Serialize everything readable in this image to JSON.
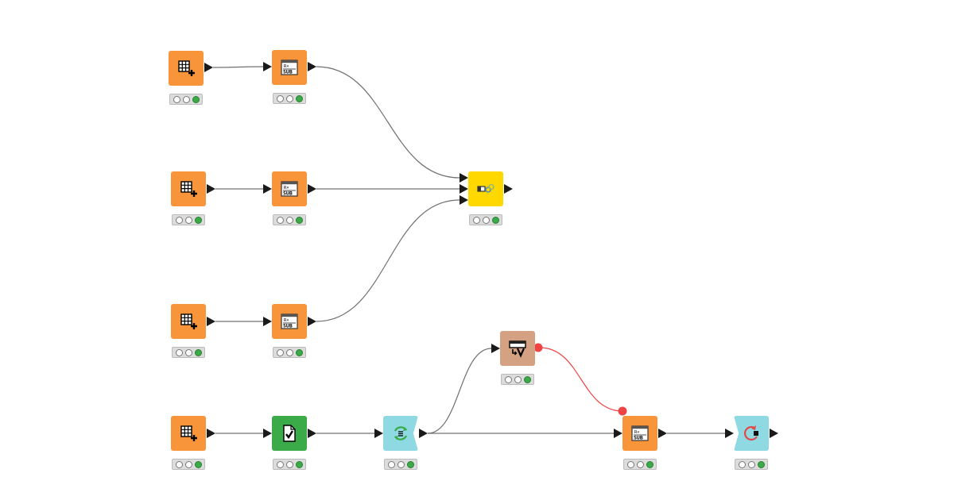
{
  "colors": {
    "source": "#f8943a",
    "joiner": "#ffd800",
    "checker": "#3aab48",
    "loop": "#8fd9e3",
    "variable": "#d4a183",
    "edge": "#707070",
    "flow_variable_edge": "#ee4444"
  },
  "nodes": [
    {
      "id": "n1",
      "kind": "table-creator",
      "icon": "table-plus-icon",
      "status": [
        "idle",
        "idle",
        "executed"
      ]
    },
    {
      "id": "n2",
      "kind": "row-filter",
      "icon": "table-sub-icon",
      "status": [
        "idle",
        "idle",
        "executed"
      ]
    },
    {
      "id": "n3",
      "kind": "table-creator",
      "icon": "table-plus-icon",
      "status": [
        "idle",
        "idle",
        "executed"
      ]
    },
    {
      "id": "n4",
      "kind": "row-filter",
      "icon": "table-sub-icon",
      "status": [
        "idle",
        "idle",
        "executed"
      ]
    },
    {
      "id": "n5",
      "kind": "table-creator",
      "icon": "table-plus-icon",
      "status": [
        "idle",
        "idle",
        "executed"
      ]
    },
    {
      "id": "n6",
      "kind": "row-filter",
      "icon": "table-sub-icon",
      "status": [
        "idle",
        "idle",
        "executed"
      ]
    },
    {
      "id": "n7",
      "kind": "joiner",
      "icon": "joiner-icon",
      "status": [
        "idle",
        "idle",
        "executed"
      ]
    },
    {
      "id": "n8",
      "kind": "table-creator",
      "icon": "table-plus-icon",
      "status": [
        "idle",
        "idle",
        "executed"
      ]
    },
    {
      "id": "n9",
      "kind": "checker",
      "icon": "document-check-icon",
      "status": [
        "idle",
        "idle",
        "executed"
      ]
    },
    {
      "id": "n10",
      "kind": "loop-start",
      "icon": "loop-start-icon",
      "status": [
        "idle",
        "idle",
        "executed"
      ]
    },
    {
      "id": "n11",
      "kind": "table-to-variable",
      "icon": "variable-icon",
      "status": [
        "idle",
        "idle",
        "executed"
      ]
    },
    {
      "id": "n12",
      "kind": "row-filter",
      "icon": "table-sub-icon",
      "status": [
        "idle",
        "idle",
        "executed"
      ]
    },
    {
      "id": "n13",
      "kind": "loop-end",
      "icon": "loop-end-icon",
      "status": [
        "idle",
        "idle",
        "executed"
      ]
    }
  ],
  "connections": [
    {
      "from": "n1",
      "to": "n2",
      "type": "data"
    },
    {
      "from": "n2",
      "to": "n7",
      "type": "data"
    },
    {
      "from": "n3",
      "to": "n4",
      "type": "data"
    },
    {
      "from": "n4",
      "to": "n7",
      "type": "data"
    },
    {
      "from": "n5",
      "to": "n6",
      "type": "data"
    },
    {
      "from": "n6",
      "to": "n7",
      "type": "data"
    },
    {
      "from": "n8",
      "to": "n9",
      "type": "data"
    },
    {
      "from": "n9",
      "to": "n10",
      "type": "data"
    },
    {
      "from": "n10",
      "to": "n11",
      "type": "data"
    },
    {
      "from": "n10",
      "to": "n12",
      "type": "data"
    },
    {
      "from": "n11",
      "to": "n12",
      "type": "flow-variable"
    },
    {
      "from": "n12",
      "to": "n13",
      "type": "data"
    }
  ]
}
